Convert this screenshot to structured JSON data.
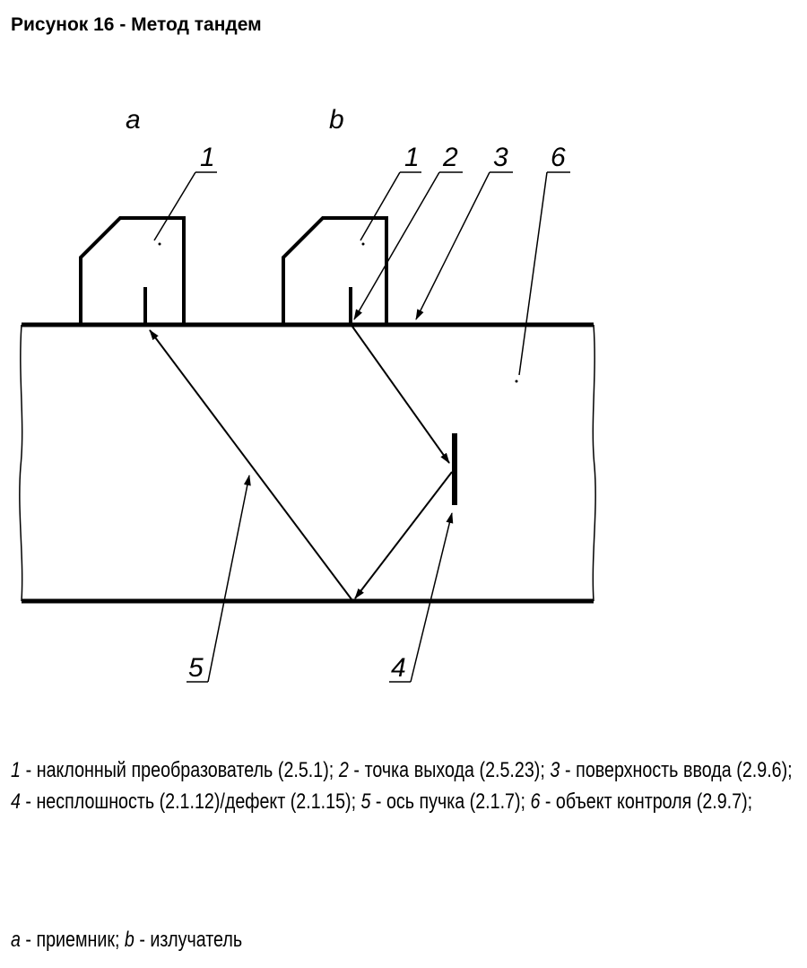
{
  "figure": {
    "title": "Рисунок 16 - Метод тандем"
  },
  "diagram": {
    "label_a": "a",
    "label_b": "b",
    "callouts": {
      "c1_a": "1",
      "c1_b": "1",
      "c2": "2",
      "c3": "3",
      "c4": "4",
      "c5": "5",
      "c6": "6"
    }
  },
  "legend": {
    "items": [
      {
        "num": "1",
        "text": " - наклонный преобразователь (2.5.1); "
      },
      {
        "num": "2",
        "text": " - точка выхода (2.5.23); "
      },
      {
        "num": "3",
        "text": " - поверхность ввода (2.9.6); "
      },
      {
        "num": "4",
        "text": " - несплошность (2.1.12)/дефект (2.1.15); "
      },
      {
        "num": "5",
        "text": " - ось пучка (2.1.7); "
      },
      {
        "num": "6",
        "text": " - объект контроля (2.9.7);"
      }
    ],
    "ab": [
      {
        "num": "a",
        "text": " - приемник; "
      },
      {
        "num": "b",
        "text": " - излучатель"
      }
    ]
  }
}
